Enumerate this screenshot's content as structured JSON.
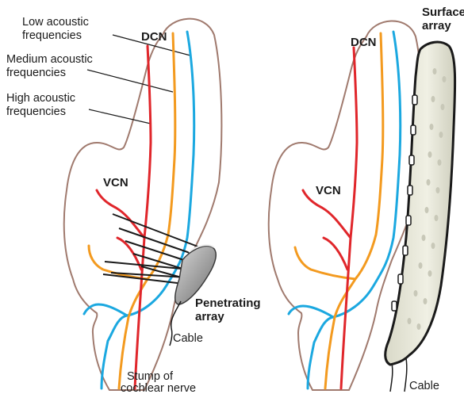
{
  "left_panel": {
    "labels": {
      "low": [
        "Low acoustic",
        "frequencies"
      ],
      "medium": [
        "Medium acoustic",
        "frequencies"
      ],
      "high": [
        "High acoustic",
        "frequencies"
      ],
      "dcn": "DCN",
      "vcn": "VCN",
      "penetrating": [
        "Penetrating",
        "array"
      ],
      "cable": "Cable",
      "stump": [
        "Stump of",
        "cochlear nerve"
      ]
    }
  },
  "right_panel": {
    "labels": {
      "dcn": "DCN",
      "vcn": "VCN",
      "surface": [
        "Surface",
        "array"
      ],
      "cable": "Cable"
    }
  },
  "colors": {
    "outline": "#a07a6e",
    "low_frequency": "#1ba8e0",
    "medium_frequency": "#f39a1f",
    "high_frequency": "#e0262b",
    "array_body": "#9a9a9a",
    "surface_fill": "#eeeee0"
  }
}
